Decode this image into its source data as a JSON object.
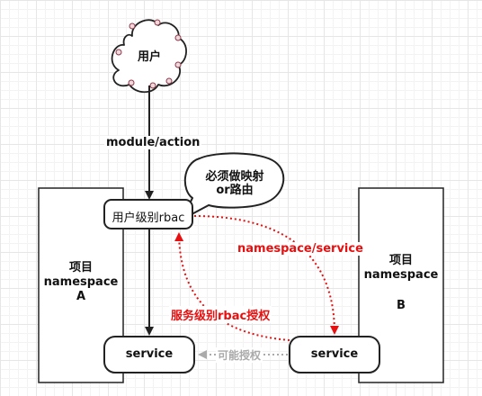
{
  "user": {
    "label": "用户"
  },
  "edges": {
    "module_action": "module/action",
    "namespace_service": "namespace/service",
    "service_rbac_auth": "服务级别rbac授权",
    "can_authorize": "可能授权"
  },
  "callout": {
    "line1": "必须做映射",
    "line2": "or路由"
  },
  "project_a": {
    "line1": "项目",
    "line2": "namespace",
    "line3": "A"
  },
  "project_b": {
    "line1": "项目",
    "line2": "namespace",
    "line3": "B"
  },
  "nodes": {
    "user_rbac": "用户级别rbac",
    "service_a": "service",
    "service_b": "service"
  },
  "colors": {
    "stroke": "#222222",
    "red": "#e61010",
    "gray": "#aaaaaa",
    "cloud_point_fill": "#f2d7dc",
    "cloud_point_stroke": "#8a3b4a"
  }
}
